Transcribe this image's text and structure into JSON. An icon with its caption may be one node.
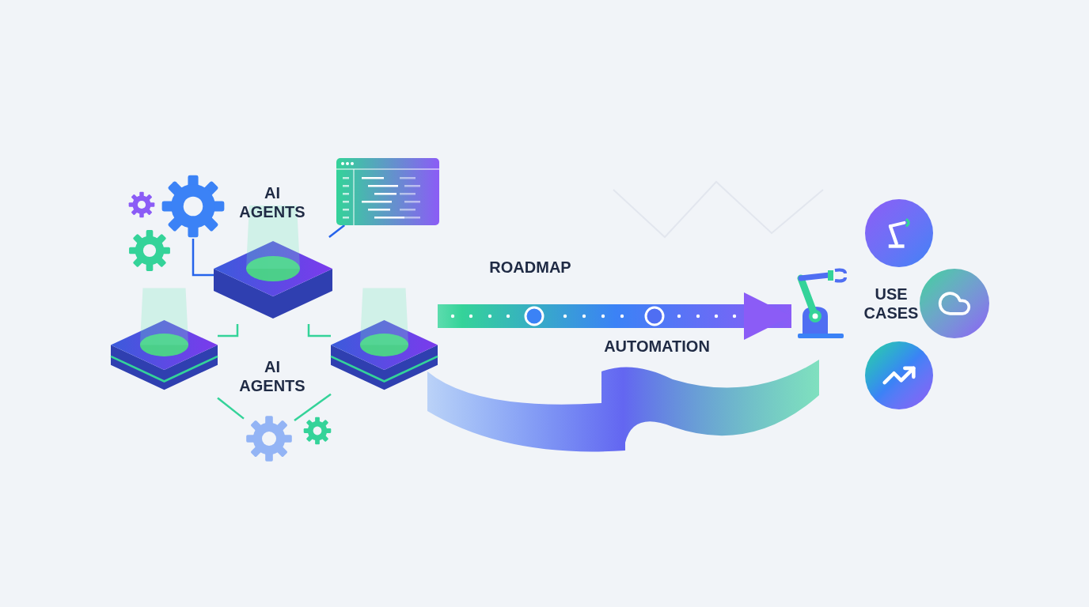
{
  "diagram": {
    "nodes": [
      {
        "text": [],
        "shape": "diamond"
      },
      {
        "text": [],
        "shape": "diamond"
      },
      {
        "text": [],
        "shape": "diamond"
      },
      {
        "text": [],
        "shape": "picture"
      },
      {
        "text": [],
        "shape": "picture"
      },
      {
        "text": [],
        "shape": "picture"
      },
      {
        "text": [],
        "shape": "picture"
      }
    ],
    "edges": [
      {
        "from": 0,
        "to": 1,
        "arrow": "none"
      },
      {
        "from": 0,
        "to": 2,
        "arrow": "none"
      },
      {
        "from": 1,
        "to": 3,
        "arrow": "none"
      },
      {
        "from": 2,
        "to": 3,
        "arrow": "none"
      },
      {
        "from": 0,
        "to": 5,
        "arrow": "none",
        "color": "#2563eb"
      },
      {
        "from": 6,
        "to": 0,
        "arrow": "none",
        "color": "#2563eb"
      },
      {
        "from": 2,
        "to": 4,
        "arrow": "to",
        "style": "thick"
      }
    ],
    "labels": [
      "AI AGENTS",
      "AI AGENTS",
      "ROADMAP",
      "AUTOMATION",
      "USE CASES"
    ]
  }
}
